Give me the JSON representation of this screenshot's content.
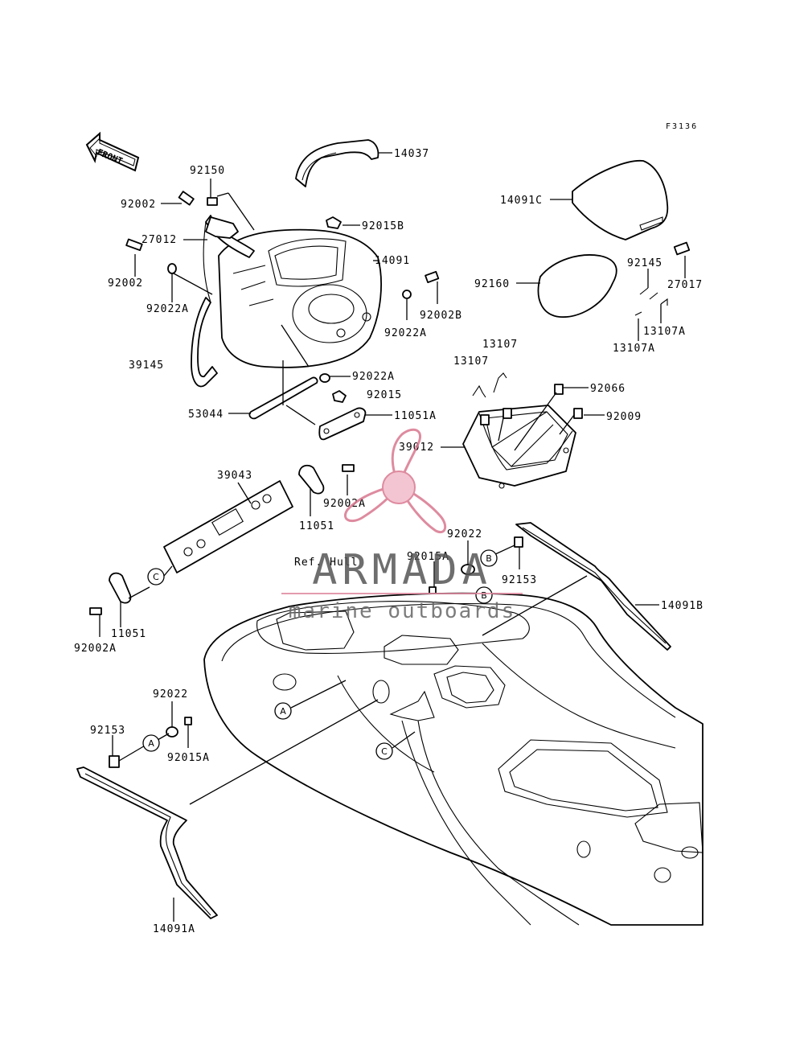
{
  "diagram": {
    "figure_code": "F3136",
    "front_label": "FRONT",
    "ref_label": "Ref. Hull",
    "labels": [
      "14037",
      "92150",
      "92002",
      "27012",
      "92015B",
      "14091",
      "92002",
      "92022A",
      "92002B",
      "92022A",
      "39145",
      "92022A",
      "92015",
      "53044",
      "11051A",
      "14091C",
      "92160",
      "92145",
      "27017",
      "13107A",
      "13107A",
      "13107",
      "13107",
      "92066",
      "92009",
      "39012",
      "39043",
      "92002A",
      "11051",
      "92022",
      "92015A",
      "92153",
      "11051",
      "92002A",
      "14091B",
      "92022",
      "92153",
      "92015A",
      "14091A"
    ],
    "callouts": [
      "A",
      "B",
      "C",
      "B",
      "C",
      "A",
      "A"
    ]
  },
  "watermark": {
    "brand": "ARMADA",
    "tagline": "marine outboards",
    "colors": {
      "logo": "#d9778f",
      "logo_fill": "#f2bccb",
      "text": "#555555",
      "rule": "#e08aa0"
    }
  }
}
